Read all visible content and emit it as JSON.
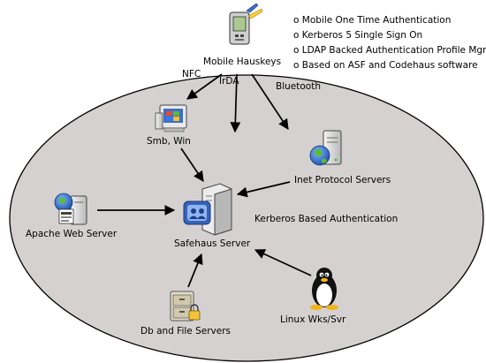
{
  "bullets": [
    "o Mobile One Time Authentication",
    "o Kerberos 5 Single Sign On",
    "o LDAP Backed Authentication Profile Mgnt",
    "o Based on ASF and Codehaus software"
  ],
  "nodes": {
    "mobile": {
      "label": "Mobile Hauskeys",
      "icon": "pda-icon"
    },
    "smb": {
      "label": "Smb, Win",
      "icon": "windows-desktop-icon"
    },
    "inet": {
      "label": "Inet Protocol Servers",
      "icon": "globe-server-icon"
    },
    "apache": {
      "label": "Apache Web Server",
      "icon": "web-server-icon"
    },
    "safehaus": {
      "label": "Safehaus Server",
      "icon": "user-server-icon"
    },
    "db": {
      "label": "Db and File Servers",
      "icon": "file-cabinet-lock-icon"
    },
    "linux": {
      "label": "Linux Wks/Svr",
      "icon": "tux-penguin-icon"
    }
  },
  "edges": {
    "nfc": "NFC",
    "irda": "IrDA",
    "bluetooth": "Bluetooth"
  },
  "zone_label": "Kerberos Based Authentication",
  "colors": {
    "ellipse_fill": "#d6d1d1",
    "ellipse_stroke": "#000000"
  }
}
